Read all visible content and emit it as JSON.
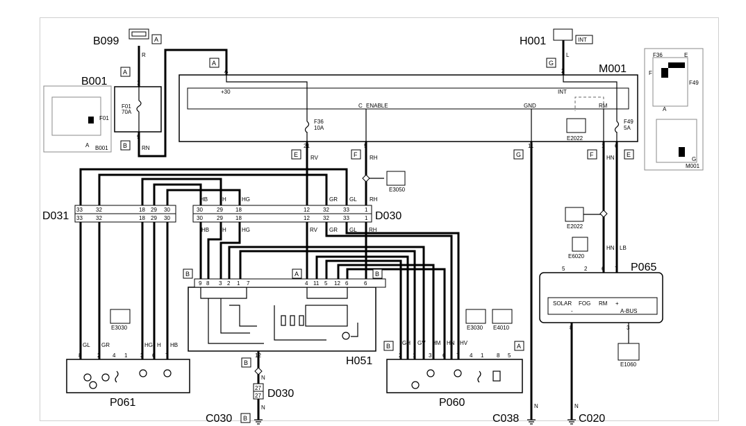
{
  "components": {
    "b099": "B099",
    "b001": "B001",
    "h001": "H001",
    "m001": "M001",
    "d031": "D031",
    "d030": "D030",
    "d030b": "D030",
    "h051": "H051",
    "p061": "P061",
    "p060": "P060",
    "p065": "P065",
    "c030": "C030",
    "c038": "C038",
    "c020": "C020"
  },
  "connectors": {
    "a": "A",
    "b": "B",
    "e": "E",
    "f": "F",
    "g": "G",
    "int": "INT"
  },
  "fuses": {
    "f01": "F01",
    "f01_rating": "70A",
    "f36": "F36",
    "f36_rating": "10A",
    "f49": "F49",
    "f49_rating": "5A"
  },
  "m001_labels": {
    "p30": "+30",
    "c": "C",
    "enable": "ENABLE",
    "gnd": "GND",
    "int": "INT",
    "rm": "RM"
  },
  "p065_labels": {
    "solar": "SOLAR",
    "fog": "FOG",
    "rm": "RM",
    "plus": "+",
    "minus": "-",
    "abus": "A-BUS"
  },
  "refs": {
    "e3050": "E3050",
    "e2022": "E2022",
    "e6020": "E6020",
    "e1060": "E1060",
    "e3030": "E3030",
    "e4010": "E4010"
  },
  "wires": {
    "r": "R",
    "rn": "RN",
    "l": "L",
    "rv": "RV",
    "rh": "RH",
    "hn": "HN",
    "lb": "LB",
    "hb": "HB",
    "h": "H",
    "hg": "HG",
    "gr": "GR",
    "gl": "GL",
    "gh": "GH",
    "gv": "GV",
    "hm": "HM",
    "hv": "HV",
    "n": "N"
  },
  "pins": {
    "p1": "1",
    "p2": "2",
    "p3": "3",
    "p4": "4",
    "p5": "5",
    "p6": "6",
    "p7": "7",
    "p8": "8",
    "p9": "9",
    "p11": "11",
    "p12": "12",
    "p18": "18",
    "p21": "21",
    "p27": "27",
    "p29": "29",
    "p30": "30",
    "p32": "32",
    "p33": "33"
  },
  "inset_labels": {
    "f01": "F01",
    "a": "A",
    "b001": "B001",
    "f36": "F36",
    "e": "E",
    "f": "F",
    "f49": "F49",
    "g": "G",
    "m001": "M001"
  }
}
